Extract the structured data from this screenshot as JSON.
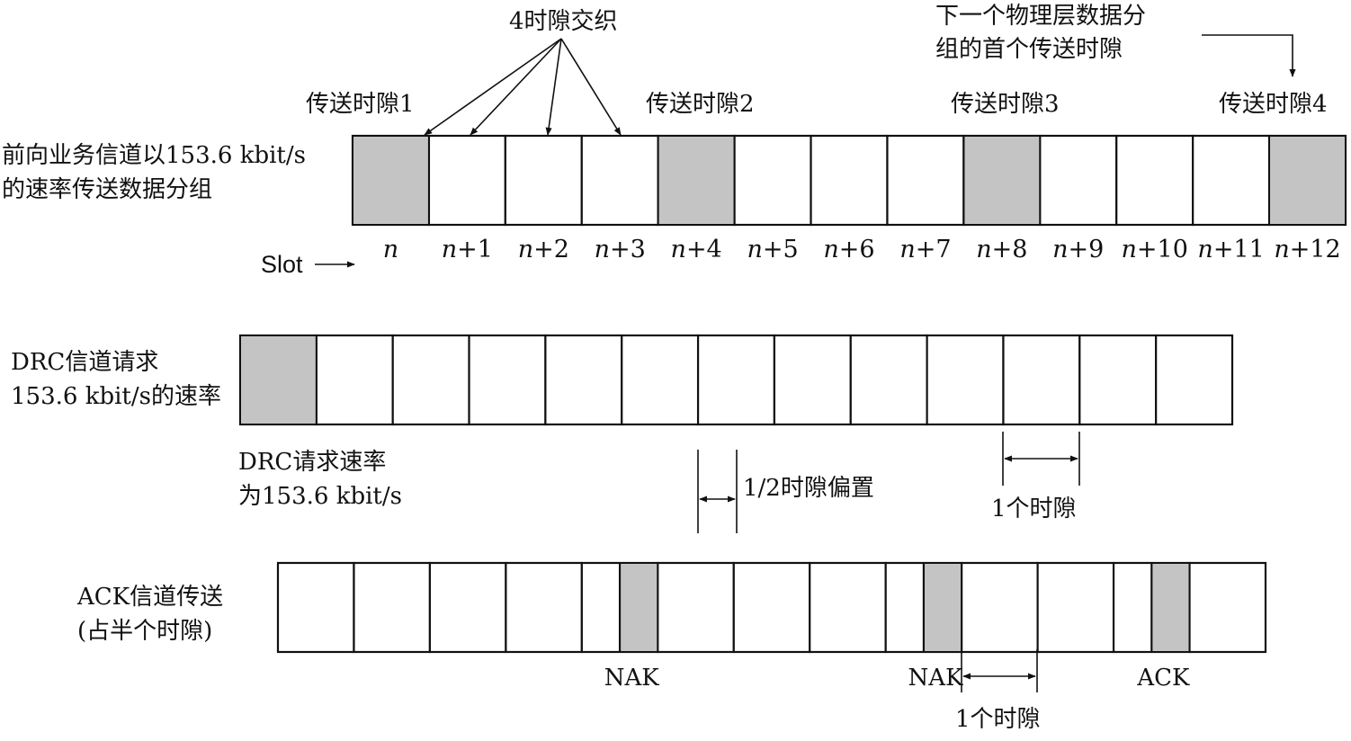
{
  "colors": {
    "shaded": "#c4c4c4",
    "line": "#111111",
    "bg": "#ffffff"
  },
  "forward": {
    "label_line1": "前向业务信道以153.6 kbit/s",
    "label_line2": "的速率传送数据分组",
    "slot_count": 13,
    "shaded_slots": [
      0,
      4,
      8,
      12
    ],
    "slot_names": [
      "n",
      "n+1",
      "n+2",
      "n+3",
      "n+4",
      "n+5",
      "n+6",
      "n+7",
      "n+8",
      "n+9",
      "n+10",
      "n+11",
      "n+12"
    ],
    "slot_caption": "Slot",
    "tx_labels": [
      "传送时隙1",
      "传送时隙2",
      "传送时隙3",
      "传送时隙4"
    ],
    "interleave_label": "4时隙交织",
    "next_packet_line1": "下一个物理层数据分",
    "next_packet_line2": "组的首个传送时隙"
  },
  "drc": {
    "label_line1": "DRC信道请求",
    "label_line2": "153.6 kbit/s的速率",
    "slot_count": 13,
    "shaded_slots": [
      0
    ],
    "rate_line1": "DRC请求速率",
    "rate_line2": "为153.6 kbit/s",
    "offset_label": "1/2时隙偏置",
    "one_slot_label": "1个时隙"
  },
  "ack": {
    "label_line1": "ACK信道传送",
    "label_line2": "(占半个时隙)",
    "slot_count": 13,
    "shaded_slots": [
      4,
      8,
      11
    ],
    "marks": [
      "NAK",
      "NAK",
      "ACK"
    ],
    "one_slot_label": "1个时隙"
  }
}
